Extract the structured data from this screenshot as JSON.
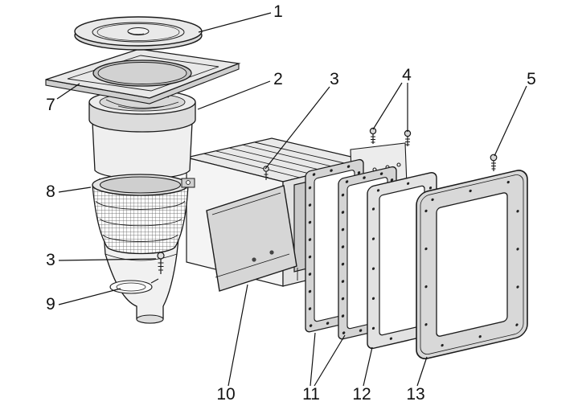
{
  "diagram": {
    "background_color": "#ffffff",
    "line_color": "#1a1a1a",
    "fill_light": "#e8e8e8",
    "fill_mid": "#d6d6d6",
    "callouts": [
      {
        "label": "1"
      },
      {
        "label": "7"
      },
      {
        "label": "2"
      },
      {
        "label": "3"
      },
      {
        "label": "4"
      },
      {
        "label": "5"
      },
      {
        "label": "8"
      },
      {
        "label": "3"
      },
      {
        "label": "9"
      },
      {
        "label": "10"
      },
      {
        "label": "11"
      },
      {
        "label": "12"
      },
      {
        "label": "13"
      }
    ]
  }
}
